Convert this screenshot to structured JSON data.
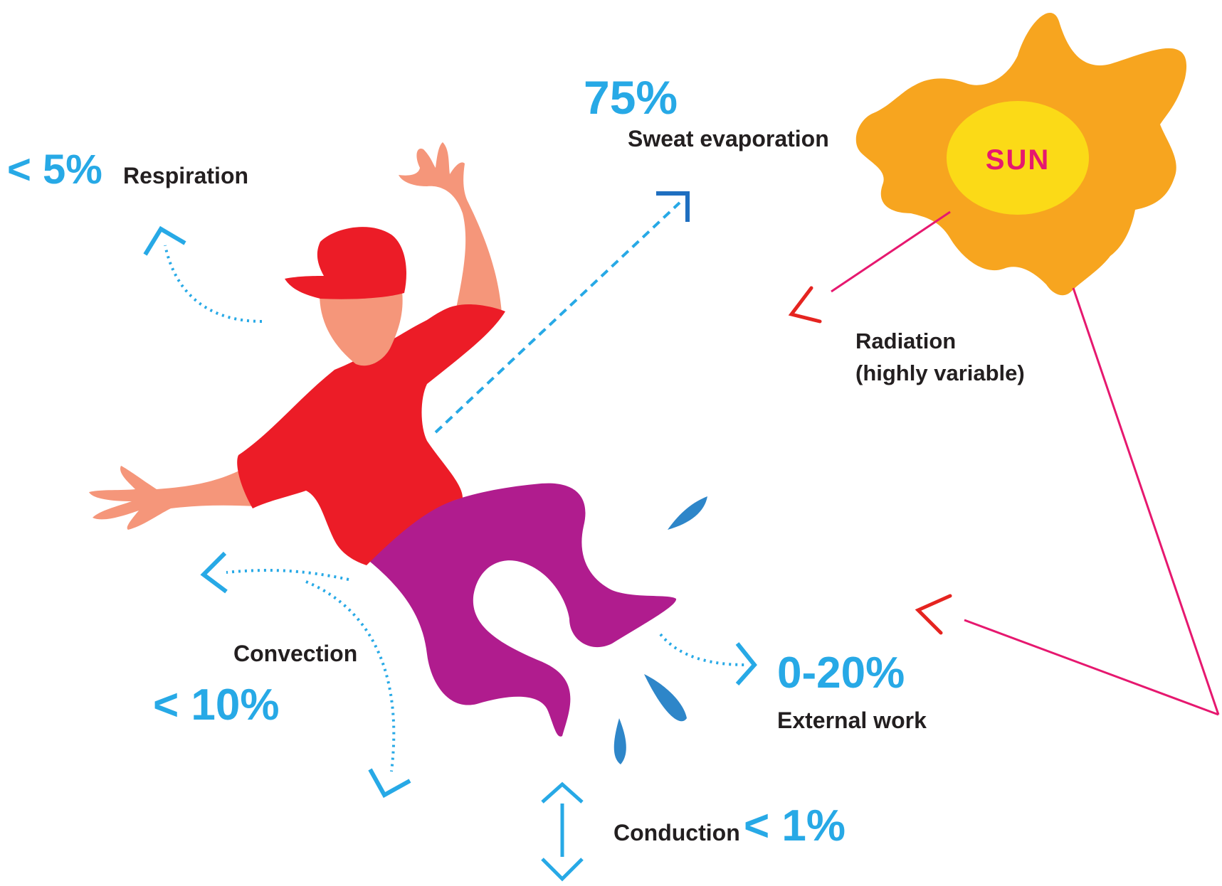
{
  "respiration": {
    "value": "< 5%",
    "label": "Respiration"
  },
  "sweat": {
    "value": "75%",
    "label": "Sweat evaporation"
  },
  "radiation": {
    "label_line1": "Radiation",
    "label_line2": "(highly variable)"
  },
  "sun": {
    "label": "SUN"
  },
  "convection": {
    "label": "Convection",
    "value": "< 10%"
  },
  "external_work": {
    "value": "0-20%",
    "label": "External work"
  },
  "conduction": {
    "label": "Conduction",
    "value": "< 1%"
  },
  "colors": {
    "percent_blue": "#27a9e6",
    "label_dark": "#231f20",
    "sun_outer": "#f7a51f",
    "sun_inner": "#fbda17",
    "magenta_line": "#e6186f",
    "red_arrow": "#e52420",
    "shirt_red": "#ec1c27",
    "pants_purple": "#b01c8e",
    "skin": "#f5967a",
    "drop_blue": "#2e86c9"
  }
}
